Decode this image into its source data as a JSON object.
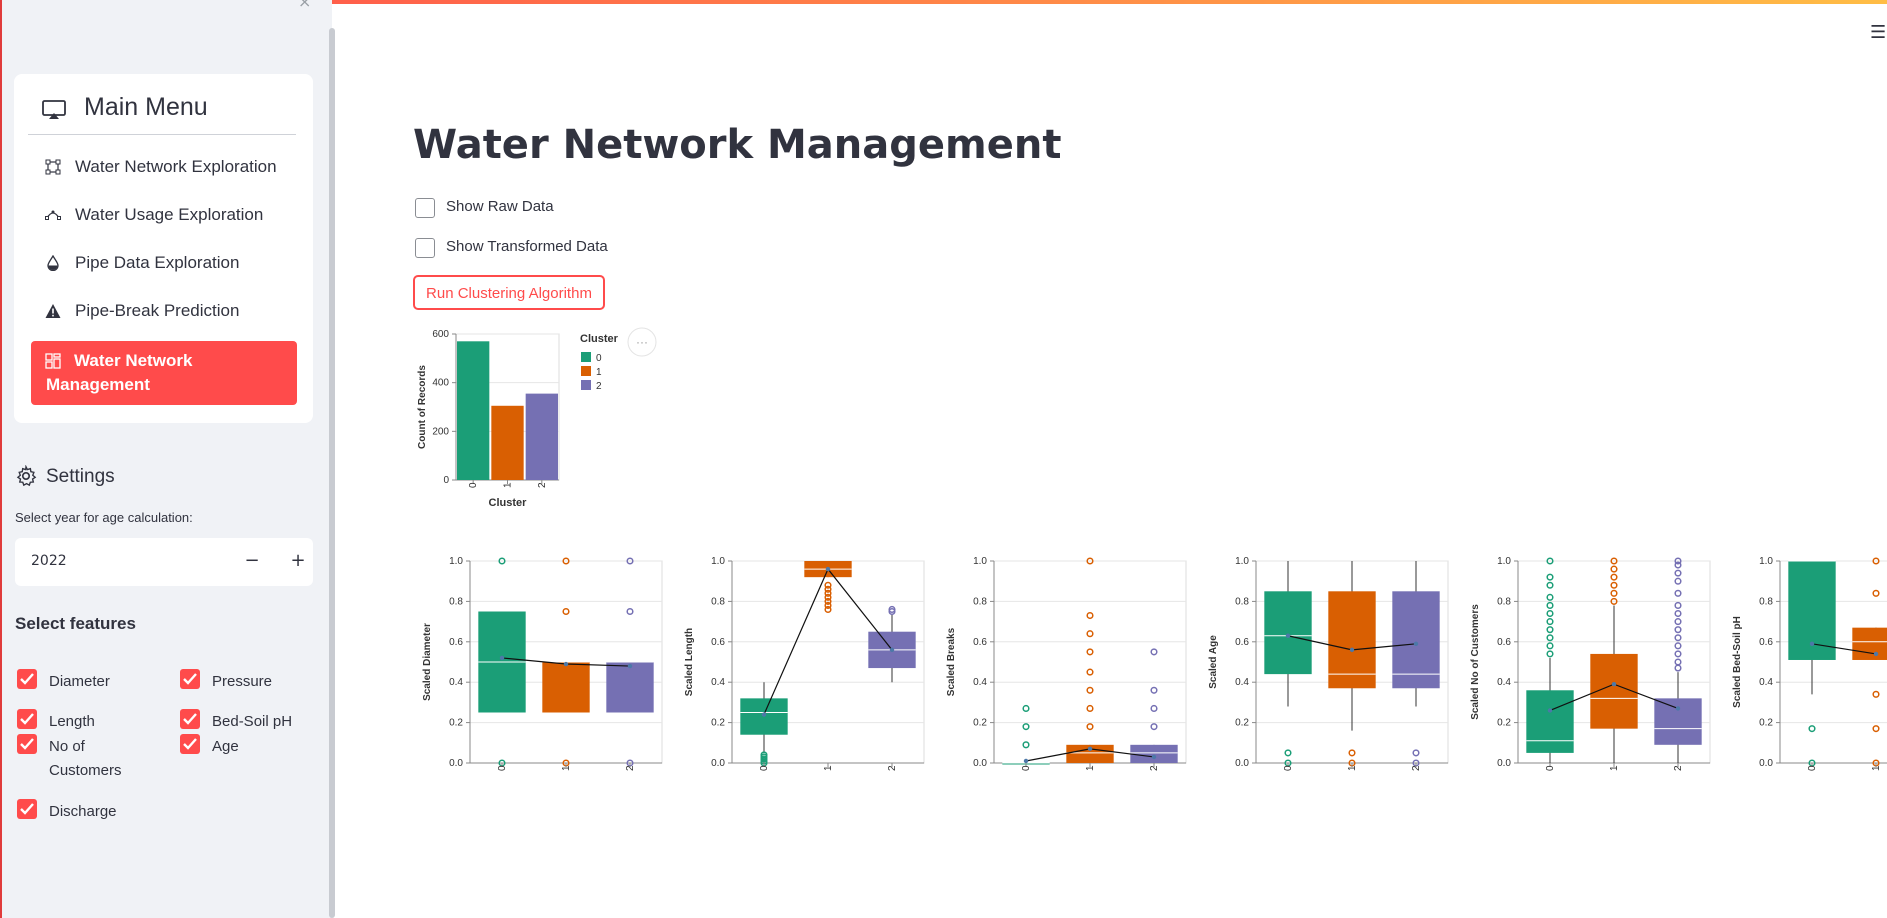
{
  "sidebar": {
    "menu_title": "Main Menu",
    "items": [
      {
        "label": "Water Network Exploration",
        "icon": "bounding-box-icon"
      },
      {
        "label": "Water Usage Exploration",
        "icon": "bezier-curve-icon"
      },
      {
        "label": "Pipe Data Exploration",
        "icon": "droplet-icon"
      },
      {
        "label": "Pipe-Break Prediction",
        "icon": "warning-triangle-icon"
      },
      {
        "label": "Water Network Management",
        "icon": "grid-icon",
        "active": true
      }
    ],
    "settings_label": "Settings",
    "year_label": "Select year for age calculation:",
    "year_value": "2022",
    "minus": "−",
    "plus": "+",
    "features_label": "Select features",
    "features": [
      {
        "label": "Diameter",
        "checked": true
      },
      {
        "label": "Pressure",
        "checked": true
      },
      {
        "label": "Length",
        "checked": true
      },
      {
        "label": "Bed-Soil pH",
        "checked": true
      },
      {
        "label": "No of Customers",
        "checked": true
      },
      {
        "label": "Age",
        "checked": true
      },
      {
        "label": "Discharge",
        "checked": true
      }
    ]
  },
  "main": {
    "title": "Water Network Management",
    "show_raw": "Show Raw Data",
    "show_transformed": "Show Transformed Data",
    "run_button": "Run Clustering Algorithm",
    "menu_glyph": "☰"
  },
  "colors": {
    "accent": "#ff4b4b",
    "c0": "#1b9e77",
    "c1": "#d95f02",
    "c2": "#7570b3"
  },
  "chart_data": [
    {
      "type": "bar",
      "categories": [
        "0",
        "1",
        "2"
      ],
      "values": [
        570,
        305,
        355
      ],
      "xlabel": "Cluster",
      "ylabel": "Count of Records",
      "ylim": [
        0,
        600
      ],
      "yticks": [
        "0",
        "200",
        "400",
        "600"
      ],
      "legend_title": "Cluster",
      "legend": [
        "0",
        "1",
        "2"
      ]
    },
    {
      "type": "box",
      "ylabel": "Scaled Diameter",
      "categories": [
        "0",
        "1",
        "2"
      ],
      "ylim": [
        0,
        1
      ],
      "boxes": [
        {
          "q1": 0.25,
          "median": 0.5,
          "q3": 0.75,
          "min": 0.25,
          "max": 0.75,
          "mean": 0.52,
          "outliers": [
            0,
            1
          ]
        },
        {
          "q1": 0.25,
          "median": 0.5,
          "q3": 0.5,
          "min": 0.25,
          "max": 0.5,
          "mean": 0.49,
          "outliers": [
            0,
            0.75,
            1
          ]
        },
        {
          "q1": 0.25,
          "median": 0.5,
          "q3": 0.5,
          "min": 0.25,
          "max": 0.5,
          "mean": 0.48,
          "outliers": [
            0,
            0.75,
            1
          ]
        }
      ]
    },
    {
      "type": "box",
      "ylabel": "Scaled Length",
      "categories": [
        "0",
        "1",
        "2"
      ],
      "ylim": [
        0,
        1
      ],
      "boxes": [
        {
          "q1": 0.14,
          "median": 0.25,
          "q3": 0.32,
          "min": 0.05,
          "max": 0.4,
          "mean": 0.24,
          "outliers": [
            0.0,
            0.01,
            0.02,
            0.03,
            0.04
          ]
        },
        {
          "q1": 0.92,
          "median": 0.96,
          "q3": 1.0,
          "min": 0.92,
          "max": 1.0,
          "mean": 0.96,
          "outliers": [
            0.76,
            0.78,
            0.8,
            0.82,
            0.84,
            0.86,
            0.88
          ]
        },
        {
          "q1": 0.47,
          "median": 0.56,
          "q3": 0.65,
          "min": 0.4,
          "max": 0.74,
          "mean": 0.56,
          "outliers": [
            0.75,
            0.76
          ]
        }
      ]
    },
    {
      "type": "box",
      "ylabel": "Scaled Breaks",
      "categories": [
        "0",
        "1",
        "2"
      ],
      "ylim": [
        0,
        1
      ],
      "boxes": [
        {
          "q1": 0,
          "median": 0,
          "q3": 0,
          "min": 0,
          "max": 0,
          "mean": 0.01,
          "outliers": [
            0.09,
            0.18,
            0.27
          ]
        },
        {
          "q1": 0,
          "median": 0.05,
          "q3": 0.09,
          "min": 0,
          "max": 0.09,
          "mean": 0.07,
          "outliers": [
            0.18,
            0.27,
            0.36,
            0.45,
            0.55,
            0.64,
            0.73,
            1.0
          ]
        },
        {
          "q1": 0,
          "median": 0.05,
          "q3": 0.09,
          "min": 0,
          "max": 0.09,
          "mean": 0.03,
          "outliers": [
            0.18,
            0.27,
            0.36,
            0.55
          ]
        }
      ]
    },
    {
      "type": "box",
      "ylabel": "Scaled Age",
      "categories": [
        "0",
        "1",
        "2"
      ],
      "ylim": [
        0,
        1
      ],
      "boxes": [
        {
          "q1": 0.44,
          "median": 0.63,
          "q3": 0.85,
          "min": 0.28,
          "max": 1.0,
          "mean": 0.63,
          "outliers": [
            0.0,
            0.05
          ]
        },
        {
          "q1": 0.37,
          "median": 0.44,
          "q3": 0.85,
          "min": 0.16,
          "max": 1.0,
          "mean": 0.56,
          "outliers": [
            0.0,
            0.05
          ]
        },
        {
          "q1": 0.37,
          "median": 0.44,
          "q3": 0.85,
          "min": 0.28,
          "max": 1.0,
          "mean": 0.59,
          "outliers": [
            0.0,
            0.05
          ]
        }
      ]
    },
    {
      "type": "box",
      "ylabel": "Scaled No of Customers",
      "categories": [
        "0",
        "1",
        "2"
      ],
      "ylim": [
        0,
        1
      ],
      "boxes": [
        {
          "q1": 0.05,
          "median": 0.11,
          "q3": 0.36,
          "min": 0.0,
          "max": 0.52,
          "mean": 0.26,
          "outliers": [
            0.54,
            0.58,
            0.62,
            0.66,
            0.7,
            0.74,
            0.78,
            0.82,
            0.88,
            0.92,
            1.0
          ]
        },
        {
          "q1": 0.17,
          "median": 0.32,
          "q3": 0.54,
          "min": 0.0,
          "max": 0.78,
          "mean": 0.39,
          "outliers": [
            0.8,
            0.84,
            0.88,
            0.92,
            0.96,
            1.0
          ]
        },
        {
          "q1": 0.09,
          "median": 0.17,
          "q3": 0.32,
          "min": 0.0,
          "max": 0.45,
          "mean": 0.27,
          "outliers": [
            0.47,
            0.5,
            0.54,
            0.58,
            0.62,
            0.66,
            0.7,
            0.74,
            0.78,
            0.84,
            0.9,
            0.94,
            0.98,
            1.0
          ]
        }
      ]
    },
    {
      "type": "box",
      "ylabel": "Scaled Bed-Soil pH",
      "categories": [
        "0",
        "1"
      ],
      "ylim": [
        0,
        1
      ],
      "boxes": [
        {
          "q1": 0.51,
          "median": 1.0,
          "q3": 1.0,
          "min": 0.34,
          "max": 1.0,
          "mean": 0.59,
          "outliers": [
            0.0,
            0.17
          ]
        },
        {
          "q1": 0.51,
          "median": 0.6,
          "q3": 0.67,
          "min": 0.51,
          "max": 0.67,
          "mean": 0.54,
          "outliers": [
            0.0,
            0.17,
            0.34,
            0.84,
            1.0
          ]
        }
      ]
    }
  ]
}
